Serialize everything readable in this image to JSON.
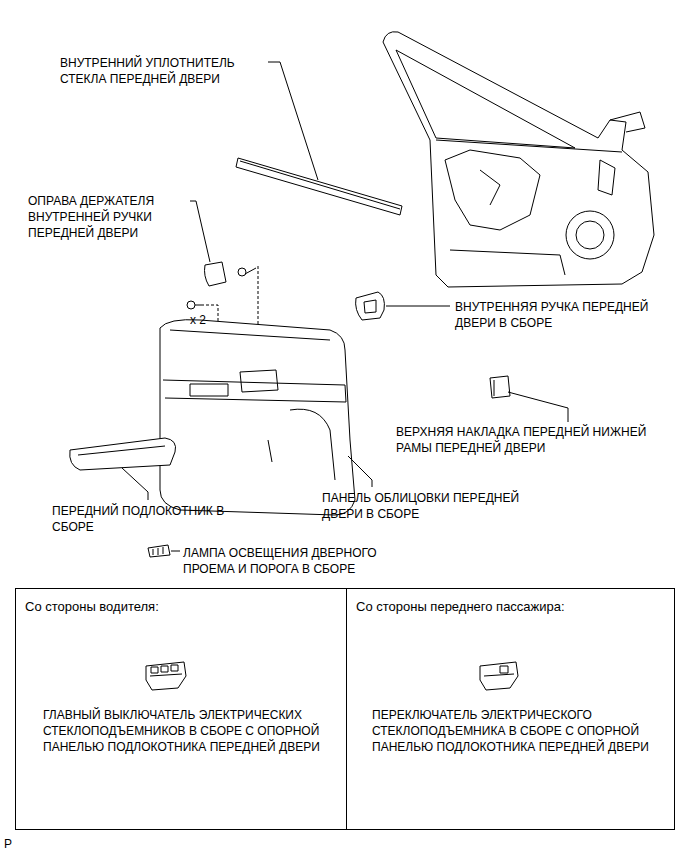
{
  "diagram": {
    "nodes": [
      {
        "text": [
          "Со стороны водителя:",
          "ГЛАВНЫЙ ВЫКЛЮЧАТЕЛЬ ЭЛЕКТРИЧЕСКИХ СТЕКЛОПОДЪЕМНИКОВ В СБОРЕ С ОПОРНОЙ ПАНЕЛЬЮ ПОДЛОКОТНИКА ПЕРЕДНЕЙ ДВЕРИ"
        ]
      },
      {
        "text": [
          "Со стороны переднего пассажира:",
          "ПЕРЕКЛЮЧАТЕЛЬ ЭЛЕКТРИЧЕСКОГО СТЕКЛОПОДЪЕМНИКА В СБОРЕ С ОПОРНОЙ ПАНЕЛЬЮ ПОДЛОКОТНИКА ПЕРЕДНЕЙ ДВЕРИ"
        ]
      }
    ],
    "labels": [
      "ВНУТРЕННИЙ УПЛОТНИТЕЛЬ СТЕКЛА ПЕРЕДНЕЙ ДВЕРИ",
      "ОПРАВА ДЕРЖАТЕЛЯ ВНУТРЕННЕЙ РУЧКИ ПЕРЕДНЕЙ ДВЕРИ",
      "x 2",
      "ВНУТРЕННЯЯ РУЧКА ПЕРЕДНЕЙ ДВЕРИ В СБОРЕ",
      "ВЕРХНЯЯ НАКЛАДКА ПЕРЕДНЕЙ НИЖНЕЙ РАМЫ ПЕРЕДНЕЙ ДВЕРИ",
      "ПЕРЕДНИЙ ПОДЛОКОТНИК В СБОРЕ",
      "ПАНЕЛЬ ОБЛИЦОВКИ ПЕРЕДНЕЙ ДВЕРИ В СБОРЕ",
      "ЛАМПА ОСВЕЩЕНИЯ ДВЕРНОГО ПРОЕМА И ПОРОГА В СБОРЕ",
      "P"
    ]
  }
}
